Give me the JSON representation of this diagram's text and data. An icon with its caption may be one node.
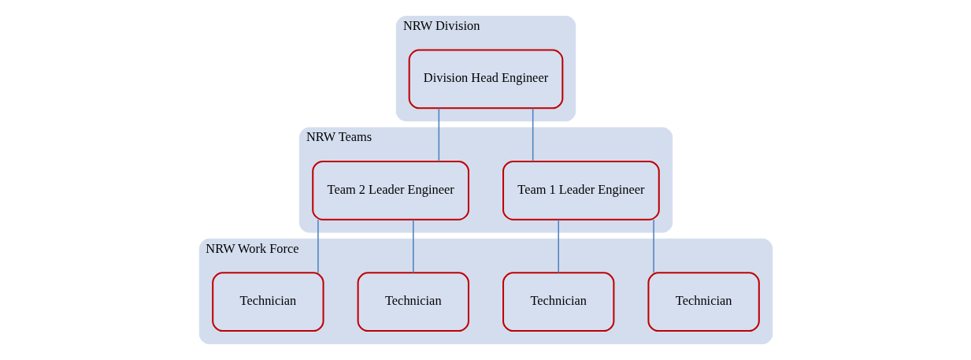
{
  "diagram": {
    "nodes": [
      {
        "text": [
          "NRW Division"
        ]
      },
      {
        "text": [
          "Division Head Engineer"
        ],
        "in": 0
      },
      {
        "text": [
          "NRW Teams"
        ]
      },
      {
        "text": [
          "Team 1 Leader Engineer"
        ],
        "in": 2
      },
      {
        "text": [
          "Team 2 Leader Engineer"
        ],
        "in": 2
      },
      {
        "text": [
          "NRW Work Force"
        ]
      },
      {
        "text": [
          "Technician"
        ],
        "in": 5
      },
      {
        "text": [
          "Technician"
        ],
        "in": 5
      },
      {
        "text": [
          "Technician"
        ],
        "in": 5
      },
      {
        "text": [
          "Technician"
        ],
        "in": 5
      }
    ],
    "edges": [
      {
        "from": 1,
        "to": 3,
        "arrow": "none"
      },
      {
        "from": 1,
        "to": 4,
        "arrow": "none"
      },
      {
        "from": 3,
        "to": 6,
        "arrow": "none"
      },
      {
        "from": 3,
        "to": 7,
        "arrow": "none"
      },
      {
        "from": 4,
        "to": 8,
        "arrow": "none"
      },
      {
        "from": 4,
        "to": 9,
        "arrow": "none"
      }
    ]
  }
}
